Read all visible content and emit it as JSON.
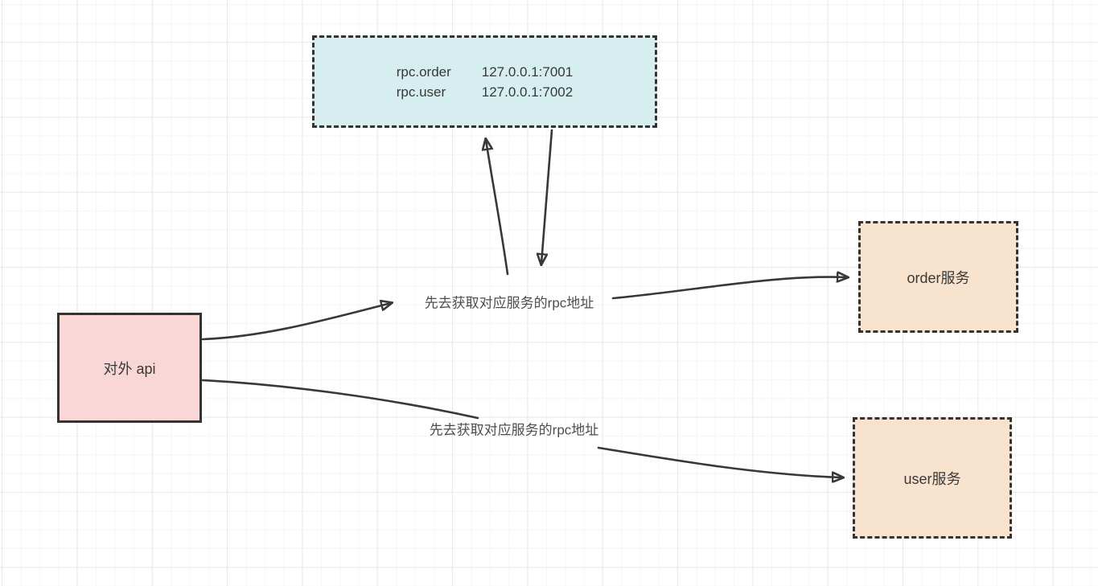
{
  "diagram": {
    "registry": {
      "rows": [
        {
          "service": "rpc.order",
          "address": "127.0.0.1:7001"
        },
        {
          "service": "rpc.user",
          "address": "127.0.0.1:7002"
        }
      ],
      "fill": "#d7eef0"
    },
    "api_node": {
      "label": "对外 api",
      "fill": "#f9d7d7"
    },
    "order_node": {
      "label": "order服务",
      "fill": "#f8e3cf"
    },
    "user_node": {
      "label": "user服务",
      "fill": "#f8e3cf"
    },
    "edge_labels": {
      "to_order": "先去获取对应服务的rpc地址",
      "to_user": "先去获取对应服务的rpc地址"
    },
    "colors": {
      "stroke": "#383838",
      "border": "#333333",
      "text": "#383838",
      "edge_label_text": "#4d4d4d",
      "grid_minor": "#f5f5f5",
      "grid_major": "#e9e9e9",
      "background": "#ffffff"
    }
  }
}
